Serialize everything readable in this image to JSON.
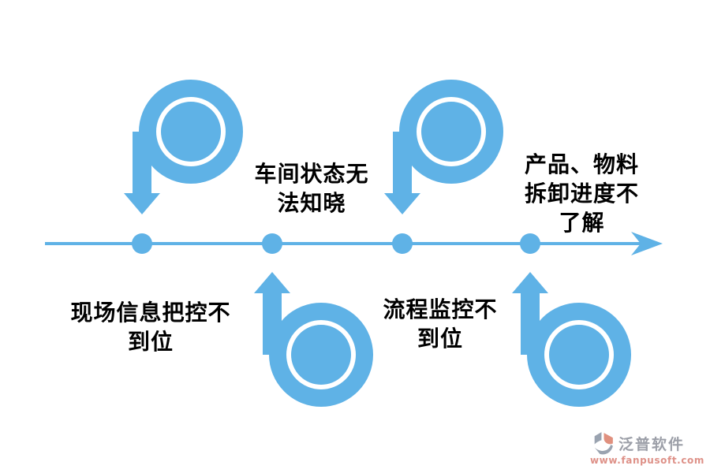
{
  "theme": {
    "accent": "#5FB2E6",
    "ink": "#000000",
    "logo_gray": "#9C9FA8",
    "logo_salmon": "#DE9188",
    "background": "#FFFFFF"
  },
  "diagram": {
    "labels": {
      "workshop_status": {
        "lines": [
          "车间状态无",
          "法知晓"
        ]
      },
      "product_material": {
        "lines": [
          "产品、物料",
          "拆卸进度不",
          "了解"
        ]
      },
      "site_info": {
        "lines": [
          "现场信息把控不",
          "到位"
        ]
      },
      "process_monitor": {
        "lines": [
          "流程监控不",
          "到位"
        ]
      }
    }
  },
  "watermark": {
    "brand": "泛普软件",
    "url": "www.fanpusoft.com"
  }
}
